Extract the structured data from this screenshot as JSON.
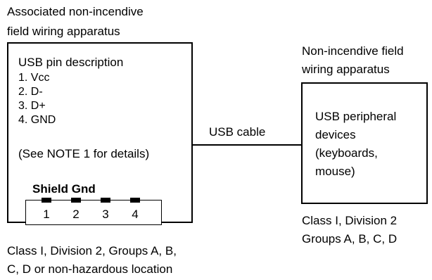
{
  "left_device": {
    "heading_line1": "Associated non-incendive",
    "heading_line2": "field wiring apparatus",
    "title": "USB pin description",
    "pins": [
      "1. Vcc",
      "2. D-",
      "3. D+",
      "4. GND"
    ],
    "note": "(See NOTE 1 for details)",
    "shield_label": "Shield Gnd",
    "connector_pins": [
      "1",
      "2",
      "3",
      "4"
    ],
    "location_line1": "Class I, Division 2, Groups A, B,",
    "location_line2": "C, D or non-hazardous location"
  },
  "cable": {
    "label": "USB cable"
  },
  "right_device": {
    "heading_line1": "Non-incendive field",
    "heading_line2": "wiring apparatus",
    "body_line1": "USB peripheral",
    "body_line2": "devices",
    "body_line3": "(keyboards,",
    "body_line4": "mouse)",
    "location_line1": "Class I, Division 2",
    "location_line2": "Groups A, B, C, D"
  }
}
